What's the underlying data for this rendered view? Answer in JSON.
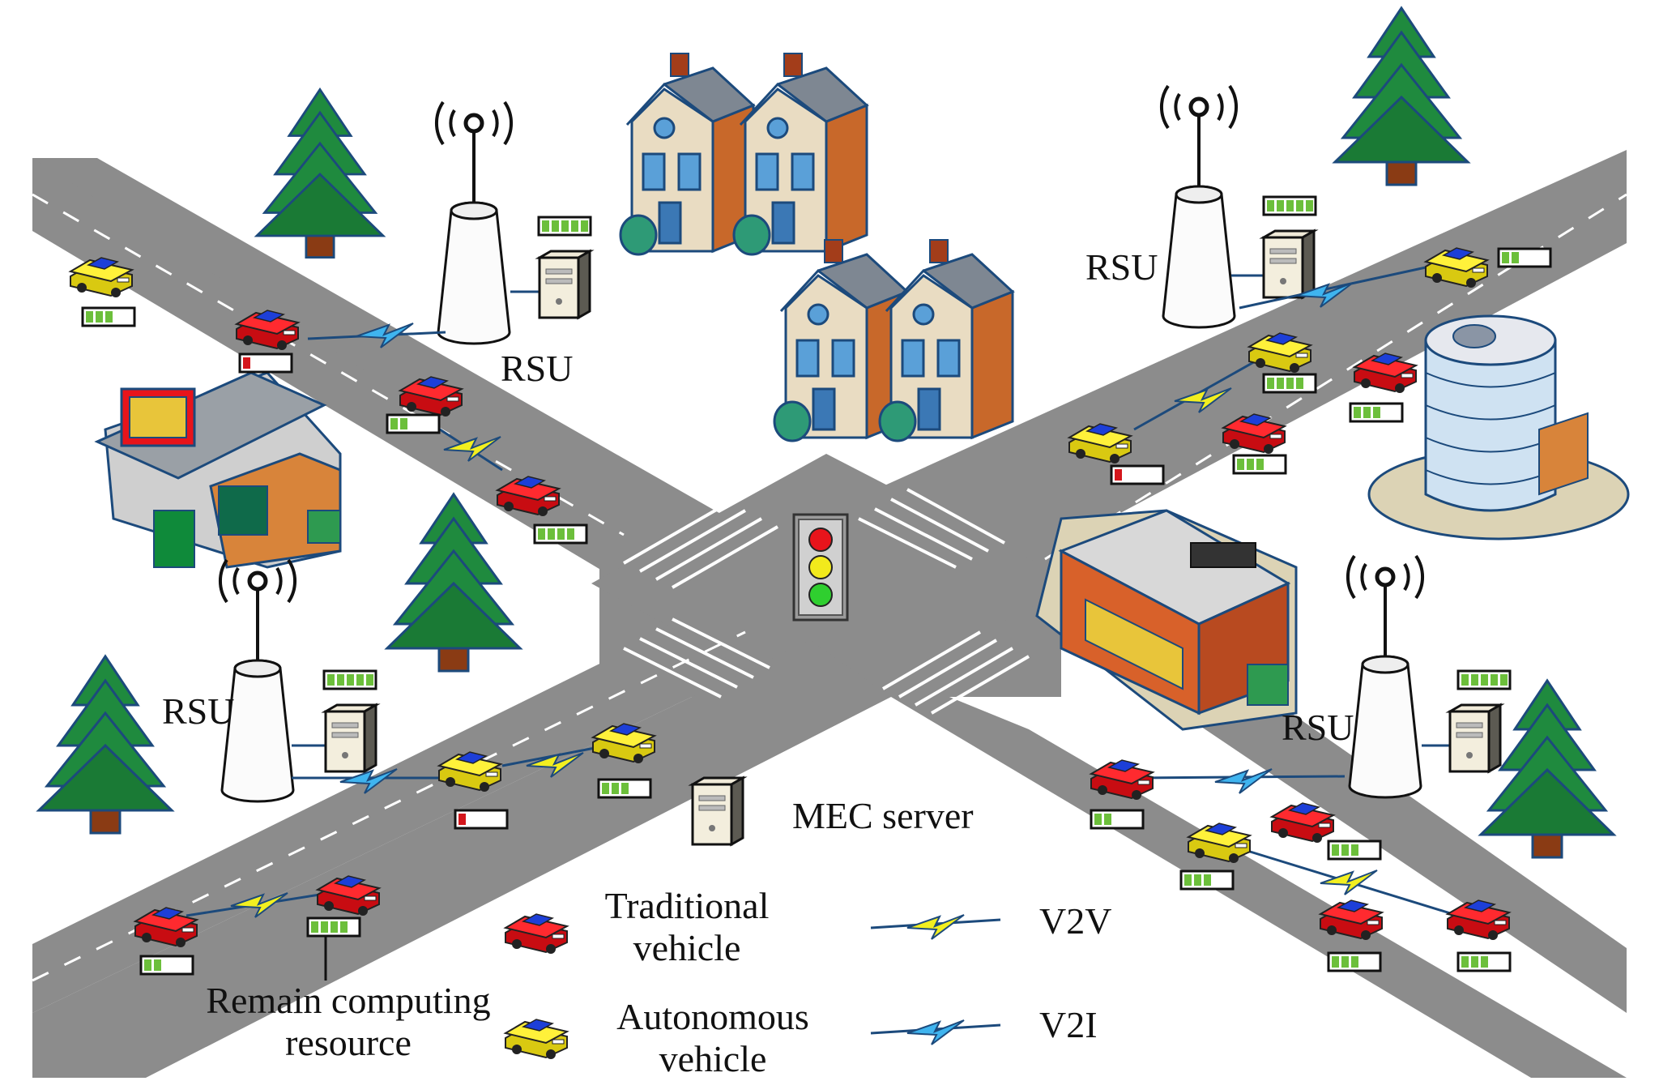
{
  "labels": {
    "rsu": "RSU",
    "remain_line1": "Remain computing",
    "remain_line2": "resource"
  },
  "legend": {
    "mec_server": "MEC server",
    "traditional_line1": "Traditional",
    "traditional_line2": "vehicle",
    "autonomous_line1": "Autonomous",
    "autonomous_line2": "vehicle",
    "v2v": "V2V",
    "v2i": "V2I"
  },
  "colors": {
    "road": "#8c8c8c",
    "traditional_vehicle": "#e8141b",
    "autonomous_vehicle": "#f2ea1c",
    "v2v_bolt": "#f2ef20",
    "v2i_bolt": "#3fb4ef",
    "battery_green": "#6cbf3b",
    "battery_red": "#d4161c",
    "tree": "#1f7a3a",
    "traffic_red": "#e8141b",
    "traffic_yellow": "#f2ea1c",
    "traffic_green": "#2fcf2f"
  }
}
